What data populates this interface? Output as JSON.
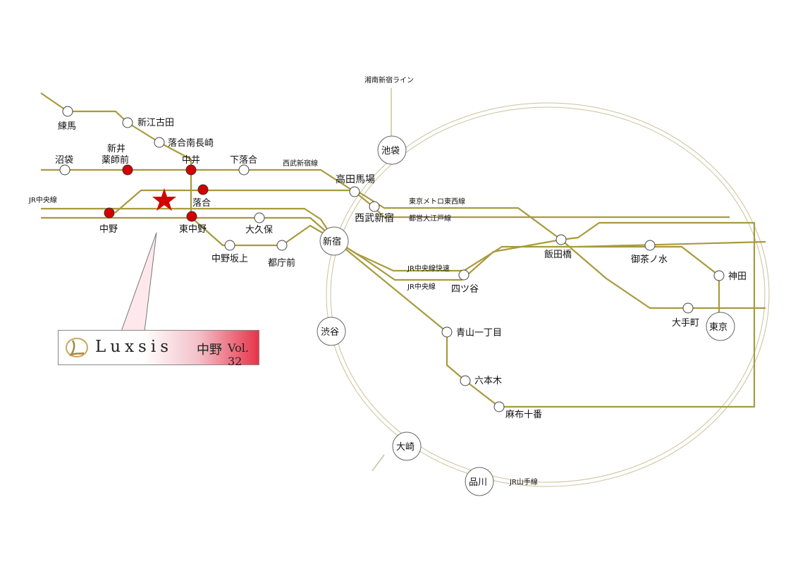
{
  "map": {
    "stations": {
      "nerima": "練馬",
      "shin_egota": "新江古田",
      "ochiai_minami_nagasaki": "落合南長崎",
      "numabukuro": "沼袋",
      "arai_yakushimae_1": "新井",
      "arai_yakushimae_2": "薬師前",
      "nakai": "中井",
      "shimo_ochiai": "下落合",
      "takadanobaba": "高田馬場",
      "ochiai": "落合",
      "nakano": "中野",
      "higashi_nakano": "東中野",
      "okubo": "大久保",
      "seibu_shinjuku": "西武新宿",
      "nakano_sakaue": "中野坂上",
      "tochomae": "都庁前",
      "shinjuku": "新宿",
      "ikebukuro": "池袋",
      "shibuya": "渋谷",
      "yotsuya": "四ツ谷",
      "iidabashi": "飯田橋",
      "ochanomizu": "御茶ノ水",
      "kanda": "神田",
      "otemachi": "大手町",
      "tokyo": "東京",
      "aoyama_itchome": "青山一丁目",
      "roppongi": "六本木",
      "azabu_juban": "麻布十番",
      "osaki": "大崎",
      "shinagawa": "品川"
    },
    "lines": {
      "shonan_shinjuku": "湘南新宿ライン",
      "seibu_shinjuku": "西武新宿線",
      "jr_chuo": "JR中央線",
      "metro_tozai": "東京メトロ東西線",
      "toei_oedo": "都営大江戸線",
      "jr_chuo_rapid": "JR中央線快速",
      "jr_chuo_2": "JR中央線",
      "jr_yamanote": "JR山手線"
    },
    "colors": {
      "line": "#a89a3c",
      "ring": "#c9c29a",
      "highlight_station": "#d40000",
      "star": "#d40000"
    },
    "marker": "star"
  },
  "banner": {
    "brand": "Luxsis",
    "area": "中野",
    "volume": "Vol. 32"
  }
}
